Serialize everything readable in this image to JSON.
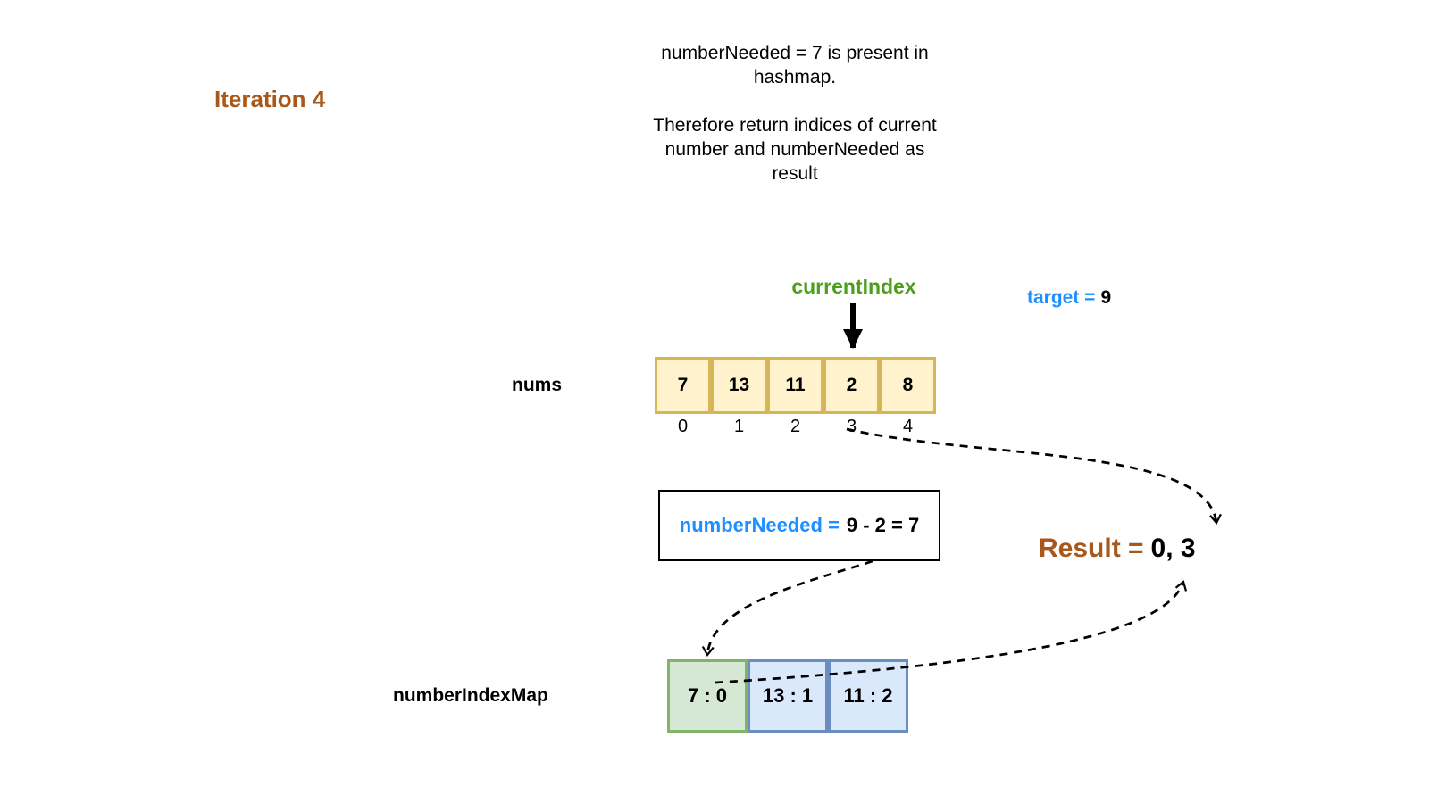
{
  "title": {
    "text": "Iteration 4",
    "color": "#A8581B"
  },
  "note": {
    "line1": "numberNeeded = 7 is present in",
    "line2": "hashmap.",
    "line3": "Therefore return indices of current",
    "line4": "number and numberNeeded as",
    "line5": "result"
  },
  "current_index_pointer": {
    "label": "currentIndex",
    "color": "#4C9E1C",
    "points_to_array_index": 3
  },
  "target": {
    "label": "target =",
    "value": "9",
    "label_color": "#1E8FFF"
  },
  "nums": {
    "label": "nums",
    "values": [
      "7",
      "13",
      "11",
      "2",
      "8"
    ],
    "indices": [
      "0",
      "1",
      "2",
      "3",
      "4"
    ],
    "cell_fill": "#FFF2CC",
    "cell_border": "#D6B656"
  },
  "number_needed_box": {
    "label": "numberNeeded =",
    "expression": "9 - 2 = 7",
    "label_color": "#1E8FFF"
  },
  "result": {
    "label": "Result =",
    "value": "0, 3",
    "label_color": "#A8581B"
  },
  "number_index_map": {
    "label": "numberIndexMap",
    "entries": [
      {
        "text": "7 : 0",
        "fill": "#D5E8D4",
        "border": "#82B366",
        "highlighted": true
      },
      {
        "text": "13 : 1",
        "fill": "#DAE8FC",
        "border": "#6C8EBF",
        "highlighted": false
      },
      {
        "text": "11 : 2",
        "fill": "#DAE8FC",
        "border": "#6C8EBF",
        "highlighted": false
      }
    ]
  }
}
